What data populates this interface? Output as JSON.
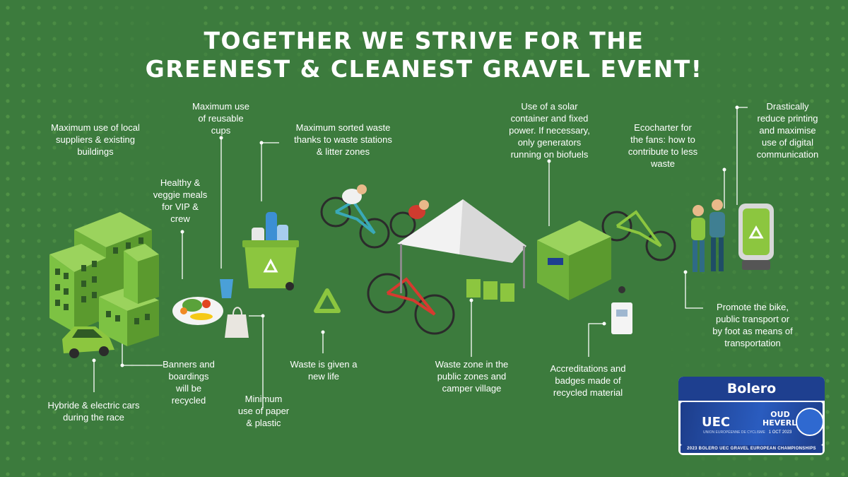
{
  "headline": {
    "line1": "TOGETHER WE STRIVE FOR THE",
    "line2": "GREENEST & CLEANEST GRAVEL EVENT!"
  },
  "labels": {
    "local_suppliers": "Maximum use of local\nsuppliers & existing\nbuildings",
    "reusable_cups": "Maximum use\nof reusable\ncups",
    "sorted_waste": "Maximum sorted waste\nthanks to waste stations\n& litter zones",
    "solar": "Use of a solar\ncontainer and fixed\npower. If necessary,\nonly generators\nrunning on biofuels",
    "ecocharter": "Ecocharter for\nthe fans: how to\ncontribute to less\nwaste",
    "printing": "Drastically\nreduce printing\nand maximise\nuse of digital\ncommunication",
    "healthy_meals": "Healthy &\nveggie meals\nfor VIP &\ncrew",
    "banners": "Banners and\nboardings\nwill be\nrecycled",
    "hybrid_cars": "Hybride & electric cars\nduring the race",
    "paper_plastic": "Minimum\nuse of paper\n& plastic",
    "new_life": "Waste is given a\nnew life",
    "waste_zone": "Waste zone in the\npublic zones and\ncamper village",
    "accreditations": "Accreditations and\nbadges made of\nrecycled material",
    "promote_bike": "Promote the bike,\npublic transport or\nby foot as means of\ntransportation"
  },
  "logo": {
    "brand": "Bolero",
    "uec": "UEC",
    "uec_sub": "UNION EUROPÉENNE DE CYCLISME",
    "venue": "OUD\nHEVERLEE",
    "date": "1 OCT 2023",
    "tagline": "2023 BOLERO UEC GRAVEL EUROPEAN CHAMPIONSHIPS"
  },
  "colors": {
    "background": "#3c7b3d",
    "accent_green": "#8cc63f",
    "building_green": "#7dc243",
    "text": "#ffffff",
    "logo_blue": "#1e3f8f"
  },
  "icons": [
    "recycle-icon",
    "bicycle-icon",
    "generator-icon",
    "tent-icon",
    "badge-icon",
    "waste-bin-icon",
    "building-icon",
    "car-icon"
  ]
}
